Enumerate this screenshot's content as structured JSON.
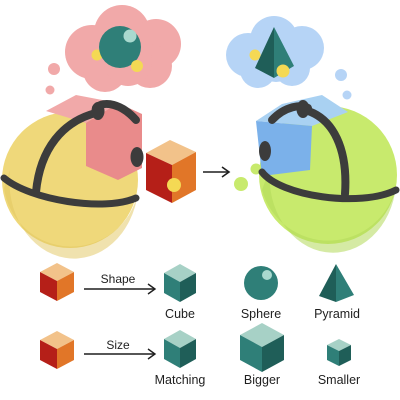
{
  "legend": {
    "shape_row": {
      "arrow_label": "Shape",
      "options": [
        "Cube",
        "Sphere",
        "Pyramid"
      ]
    },
    "size_row": {
      "arrow_label": "Size",
      "options": [
        "Matching",
        "Bigger",
        "Smaller"
      ]
    }
  },
  "colors": {
    "left_ball": "#efd87a",
    "right_ball": "#c8ea6d",
    "left_cloud": "#f1a9a9",
    "right_cloud": "#b6d4f6",
    "teal": "#2f7f78",
    "cube_orange": "#e17628",
    "cube_red": "#b51f18",
    "cube_top": "#f2c28a",
    "dot": "#f4d954",
    "line": "#3c3c3c"
  },
  "icons": [
    "thought-cloud",
    "sphere",
    "pyramid",
    "cube",
    "arrow-right"
  ]
}
